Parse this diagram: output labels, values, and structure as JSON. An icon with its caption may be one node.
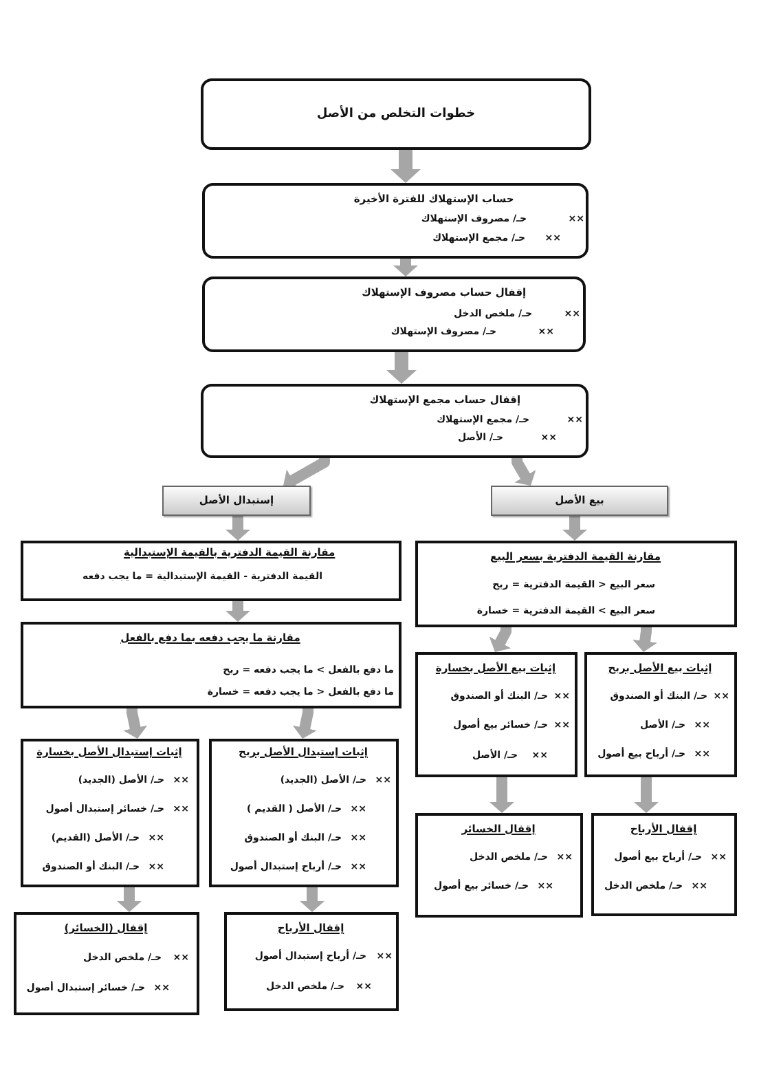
{
  "diagram": {
    "nodes": [
      {
        "text": [
          "خطوات التخلص من الأصل"
        ]
      },
      {
        "text": [
          "حساب الإستهلاك للفترة الأخيرة",
          "××",
          "حـ/ مصروف الإستهلاك",
          "××",
          "حـ/ مجمع الإستهلاك"
        ]
      },
      {
        "text": [
          "إقفال حساب مصروف الإستهلاك",
          "××",
          "حـ/ ملخص الدخل",
          "××",
          "حـ/ مصروف الإستهلاك"
        ]
      },
      {
        "text": [
          "إقفال حساب مجمع الإستهلاك",
          "××",
          "حـ/ مجمع الإستهلاك",
          "××",
          "حـ/ الأصل"
        ]
      },
      {
        "text": [
          "بيع الأصل"
        ]
      },
      {
        "text": [
          "إستبدال الأصل"
        ]
      },
      {
        "text": [
          "مقارنة القيمة الدفترية بسعر البيع",
          "سعر البيع < القيمة الدفترية = ربح",
          "سعر البيع > القيمة الدفترية = خسارة"
        ]
      },
      {
        "text": [
          "مقارنة القيمة الدفترية بالقيمة الإستبدالية",
          "القيمة الدفترية - القيمة الإستبدالية = ما يجب دفعه"
        ]
      },
      {
        "text": [
          "مقارنة ما يجب دفعه بما دفع بالفعل",
          "ما دفع بالفعل > ما يجب دفعه = ربح",
          "ما دفع بالفعل < ما يجب دفعه = خسارة"
        ]
      },
      {
        "text": [
          "إثبات بيع الأصل بربح",
          "××",
          "حـ/ البنك أو الصندوق",
          "××",
          "حـ/ الأصل",
          "××",
          "حـ/ أرباح بيع أصول"
        ]
      },
      {
        "text": [
          "إثبات بيع الأصل بخسارة",
          "××",
          "حـ/ البنك أو الصندوق",
          "××",
          "حـ/ خسائر بيع أصول",
          "××",
          "حـ/ الأصل"
        ]
      },
      {
        "text": [
          "إثبات إستبدال الأصل بربح",
          "××",
          "حـ/ الأصل (الجديد)",
          "××",
          "حـ/ الأصل ( القديم )",
          "××",
          "حـ/ البنك أو الصندوق",
          "××",
          "حـ/ أرباح إستبدال أصول"
        ]
      },
      {
        "text": [
          "إثبات إستبدال الأصل بخسارة",
          "××",
          "حـ/ الأصل (الجديد)",
          "××",
          "حـ/ خسائر إستبدال أصول",
          "××",
          "حـ/ الأصل (القديم)",
          "××",
          "حـ/ البنك أو الصندوق"
        ]
      },
      {
        "text": [
          "إقفال الأرباح",
          "××",
          "حـ/ أرباح بيع أصول",
          "××",
          "حـ/ ملخص الدخل"
        ]
      },
      {
        "text": [
          "إقفال الخسائر",
          "××",
          "حـ/ ملخص الدخل",
          "××",
          "حـ/ خسائر بيع أصول"
        ]
      },
      {
        "text": [
          "إقفال الأرباح",
          "××",
          "حـ/ أرباح إستبدال أصول",
          "××",
          "حـ/ ملخص الدخل"
        ]
      },
      {
        "text": [
          "إقفال (الخسائر)",
          "××",
          "حـ/ ملخص الدخل",
          "××",
          "حـ/ خسائر إستبدال أصول"
        ]
      }
    ],
    "edges": [
      {
        "from": 0,
        "to": 1,
        "arrow": "to"
      },
      {
        "from": 1,
        "to": 2,
        "arrow": "to"
      },
      {
        "from": 2,
        "to": 3,
        "arrow": "to"
      },
      {
        "from": 3,
        "to": 4,
        "arrow": "to"
      },
      {
        "from": 3,
        "to": 5,
        "arrow": "to"
      },
      {
        "from": 4,
        "to": 6,
        "arrow": "to"
      },
      {
        "from": 5,
        "to": 7,
        "arrow": "to"
      },
      {
        "from": 7,
        "to": 8,
        "arrow": "to"
      },
      {
        "from": 6,
        "to": 9,
        "arrow": "to"
      },
      {
        "from": 6,
        "to": 10,
        "arrow": "to"
      },
      {
        "from": 8,
        "to": 11,
        "arrow": "to"
      },
      {
        "from": 8,
        "to": 12,
        "arrow": "to"
      },
      {
        "from": 9,
        "to": 13,
        "arrow": "to"
      },
      {
        "from": 10,
        "to": 14,
        "arrow": "to"
      },
      {
        "from": 11,
        "to": 15,
        "arrow": "to"
      },
      {
        "from": 12,
        "to": 16,
        "arrow": "to"
      }
    ]
  }
}
